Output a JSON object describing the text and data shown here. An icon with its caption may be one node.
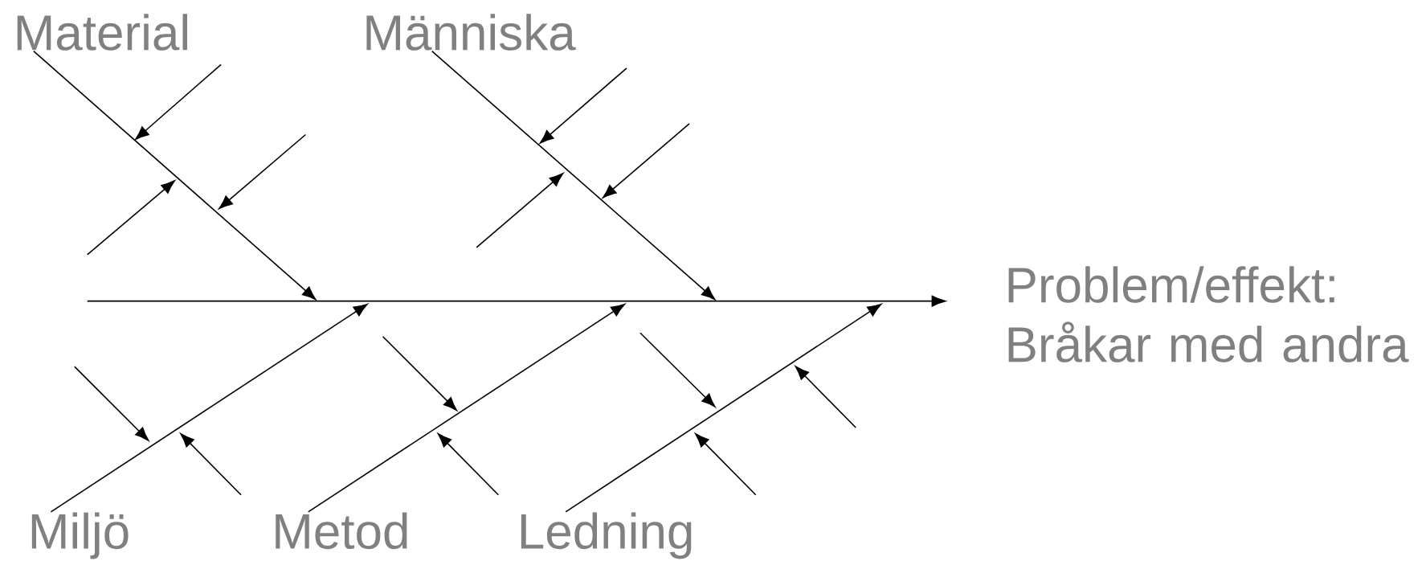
{
  "diagram": {
    "nodes": [
      {
        "text": [
          "Material"
        ]
      },
      {
        "text": [
          "Människa"
        ]
      },
      {
        "text": [
          "Problem/effekt: Bråkar med andra"
        ]
      },
      {
        "text": [
          "Miljö"
        ]
      },
      {
        "text": [
          "Metod"
        ]
      },
      {
        "text": [
          "Ledning"
        ]
      }
    ],
    "edges": [
      {
        "from": null,
        "to": 2,
        "arrow": "to"
      },
      {
        "from": 0,
        "to": null,
        "arrow": "to"
      },
      {
        "from": 1,
        "to": null,
        "arrow": "to"
      },
      {
        "from": 3,
        "to": null,
        "arrow": "to"
      },
      {
        "from": 4,
        "to": null,
        "arrow": "to"
      },
      {
        "from": 5,
        "to": null,
        "arrow": "to"
      }
    ]
  }
}
